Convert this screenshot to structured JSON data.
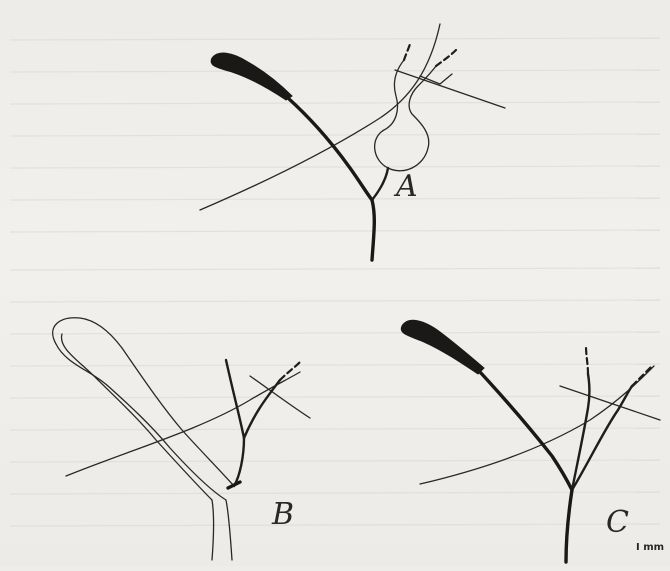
{
  "panels": [
    {
      "id": "A",
      "label": "A"
    },
    {
      "id": "B",
      "label": "B"
    },
    {
      "id": "C",
      "label": "C"
    }
  ],
  "scale_bar": {
    "label": "I mm"
  },
  "colors": {
    "ink": "#1a1918",
    "paper": "#efede9"
  }
}
